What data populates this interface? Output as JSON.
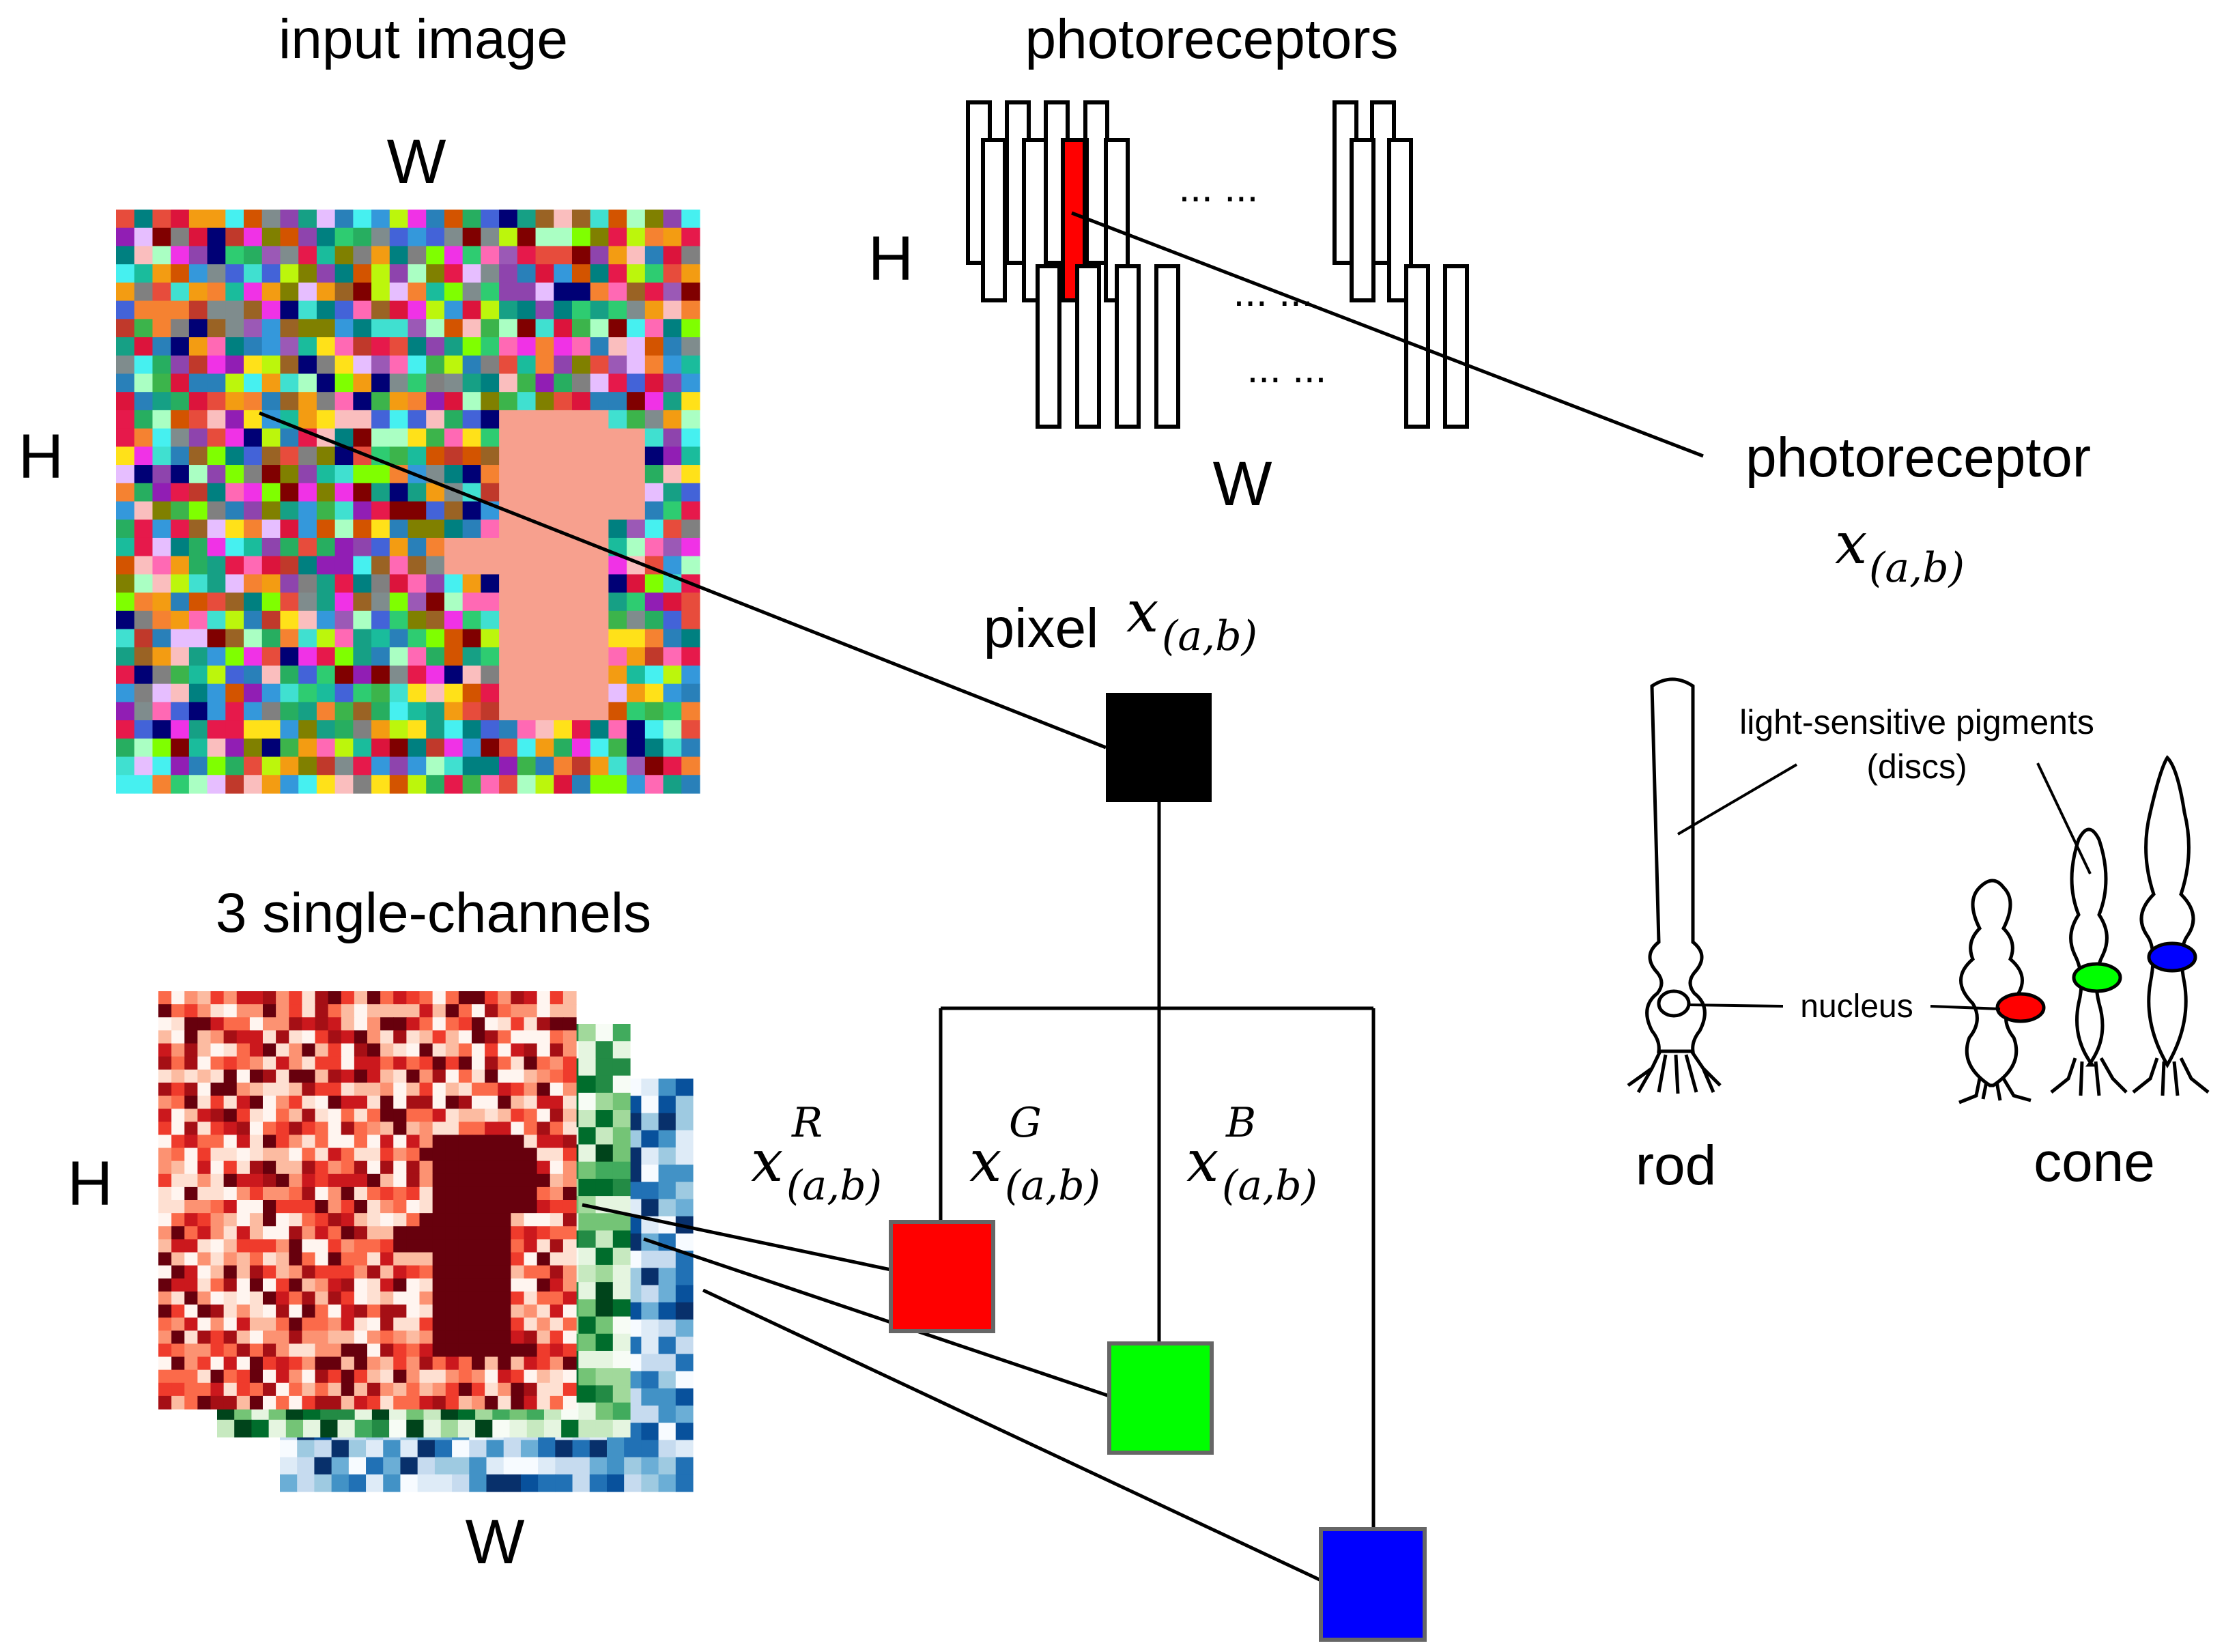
{
  "labels": {
    "input_image": "input image",
    "photoreceptors": "photoreceptors",
    "W_input": "W",
    "H_input": "H",
    "H_photo": "H",
    "W_photo": "W",
    "dots_1": "... ...",
    "dots_2": "... ...",
    "dots_3": "... ...",
    "photoreceptor": "photoreceptor",
    "pixel": "pixel",
    "single_channels": "3 single-channels",
    "H_channels": "H",
    "W_channels": "W",
    "pigments_line1": "light-sensitive pigments",
    "pigments_line2": "(discs)",
    "nucleus": "nucleus",
    "rod": "rod",
    "cone": "cone"
  },
  "math": {
    "x": "x",
    "subscript": "(a,b)",
    "sup_R": "R",
    "sup_G": "G",
    "sup_B": "B"
  },
  "colors": {
    "pixel": "#000000",
    "red": "#ff0000",
    "green": "#00ff00",
    "blue": "#0000ff",
    "highlight_receptor": "#ff0000",
    "salmon_patch": "#f7a08e"
  }
}
